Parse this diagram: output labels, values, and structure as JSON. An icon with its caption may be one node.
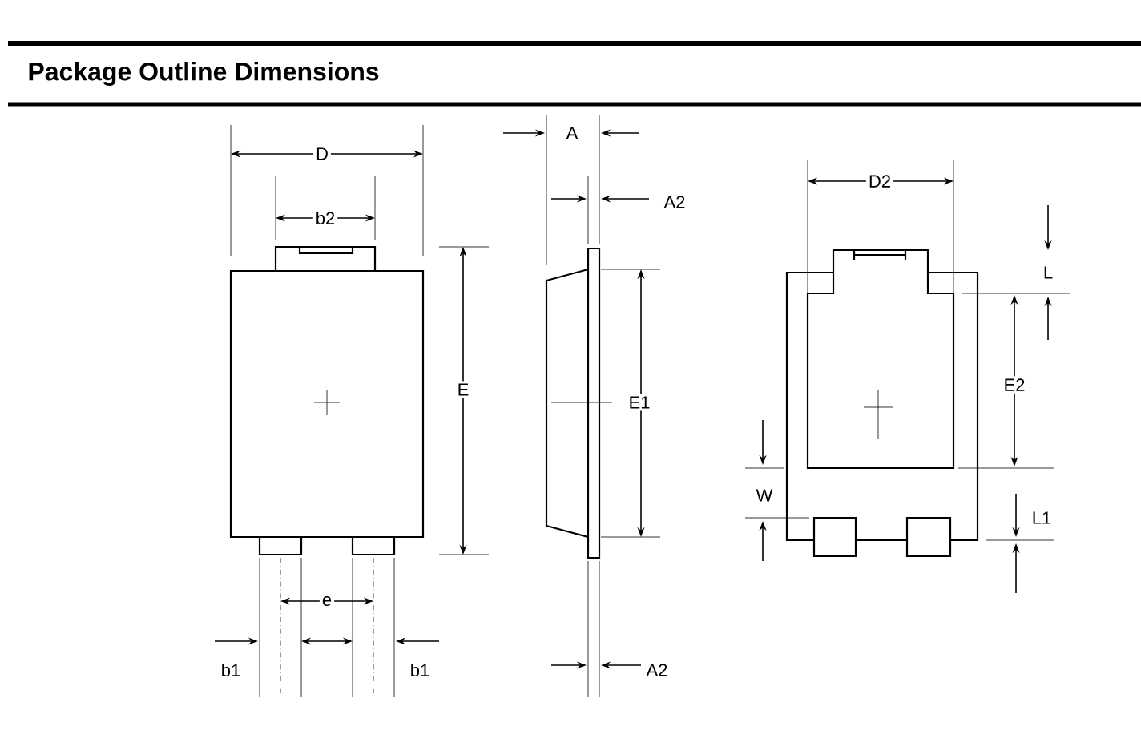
{
  "diagram": {
    "title": "Package Outline Dimensions",
    "labels": [
      "D",
      "b2",
      "E",
      "e",
      "b1",
      "b1",
      "A",
      "A2",
      "E1",
      "A2",
      "D2",
      "L",
      "E2",
      "W",
      "L1"
    ]
  }
}
